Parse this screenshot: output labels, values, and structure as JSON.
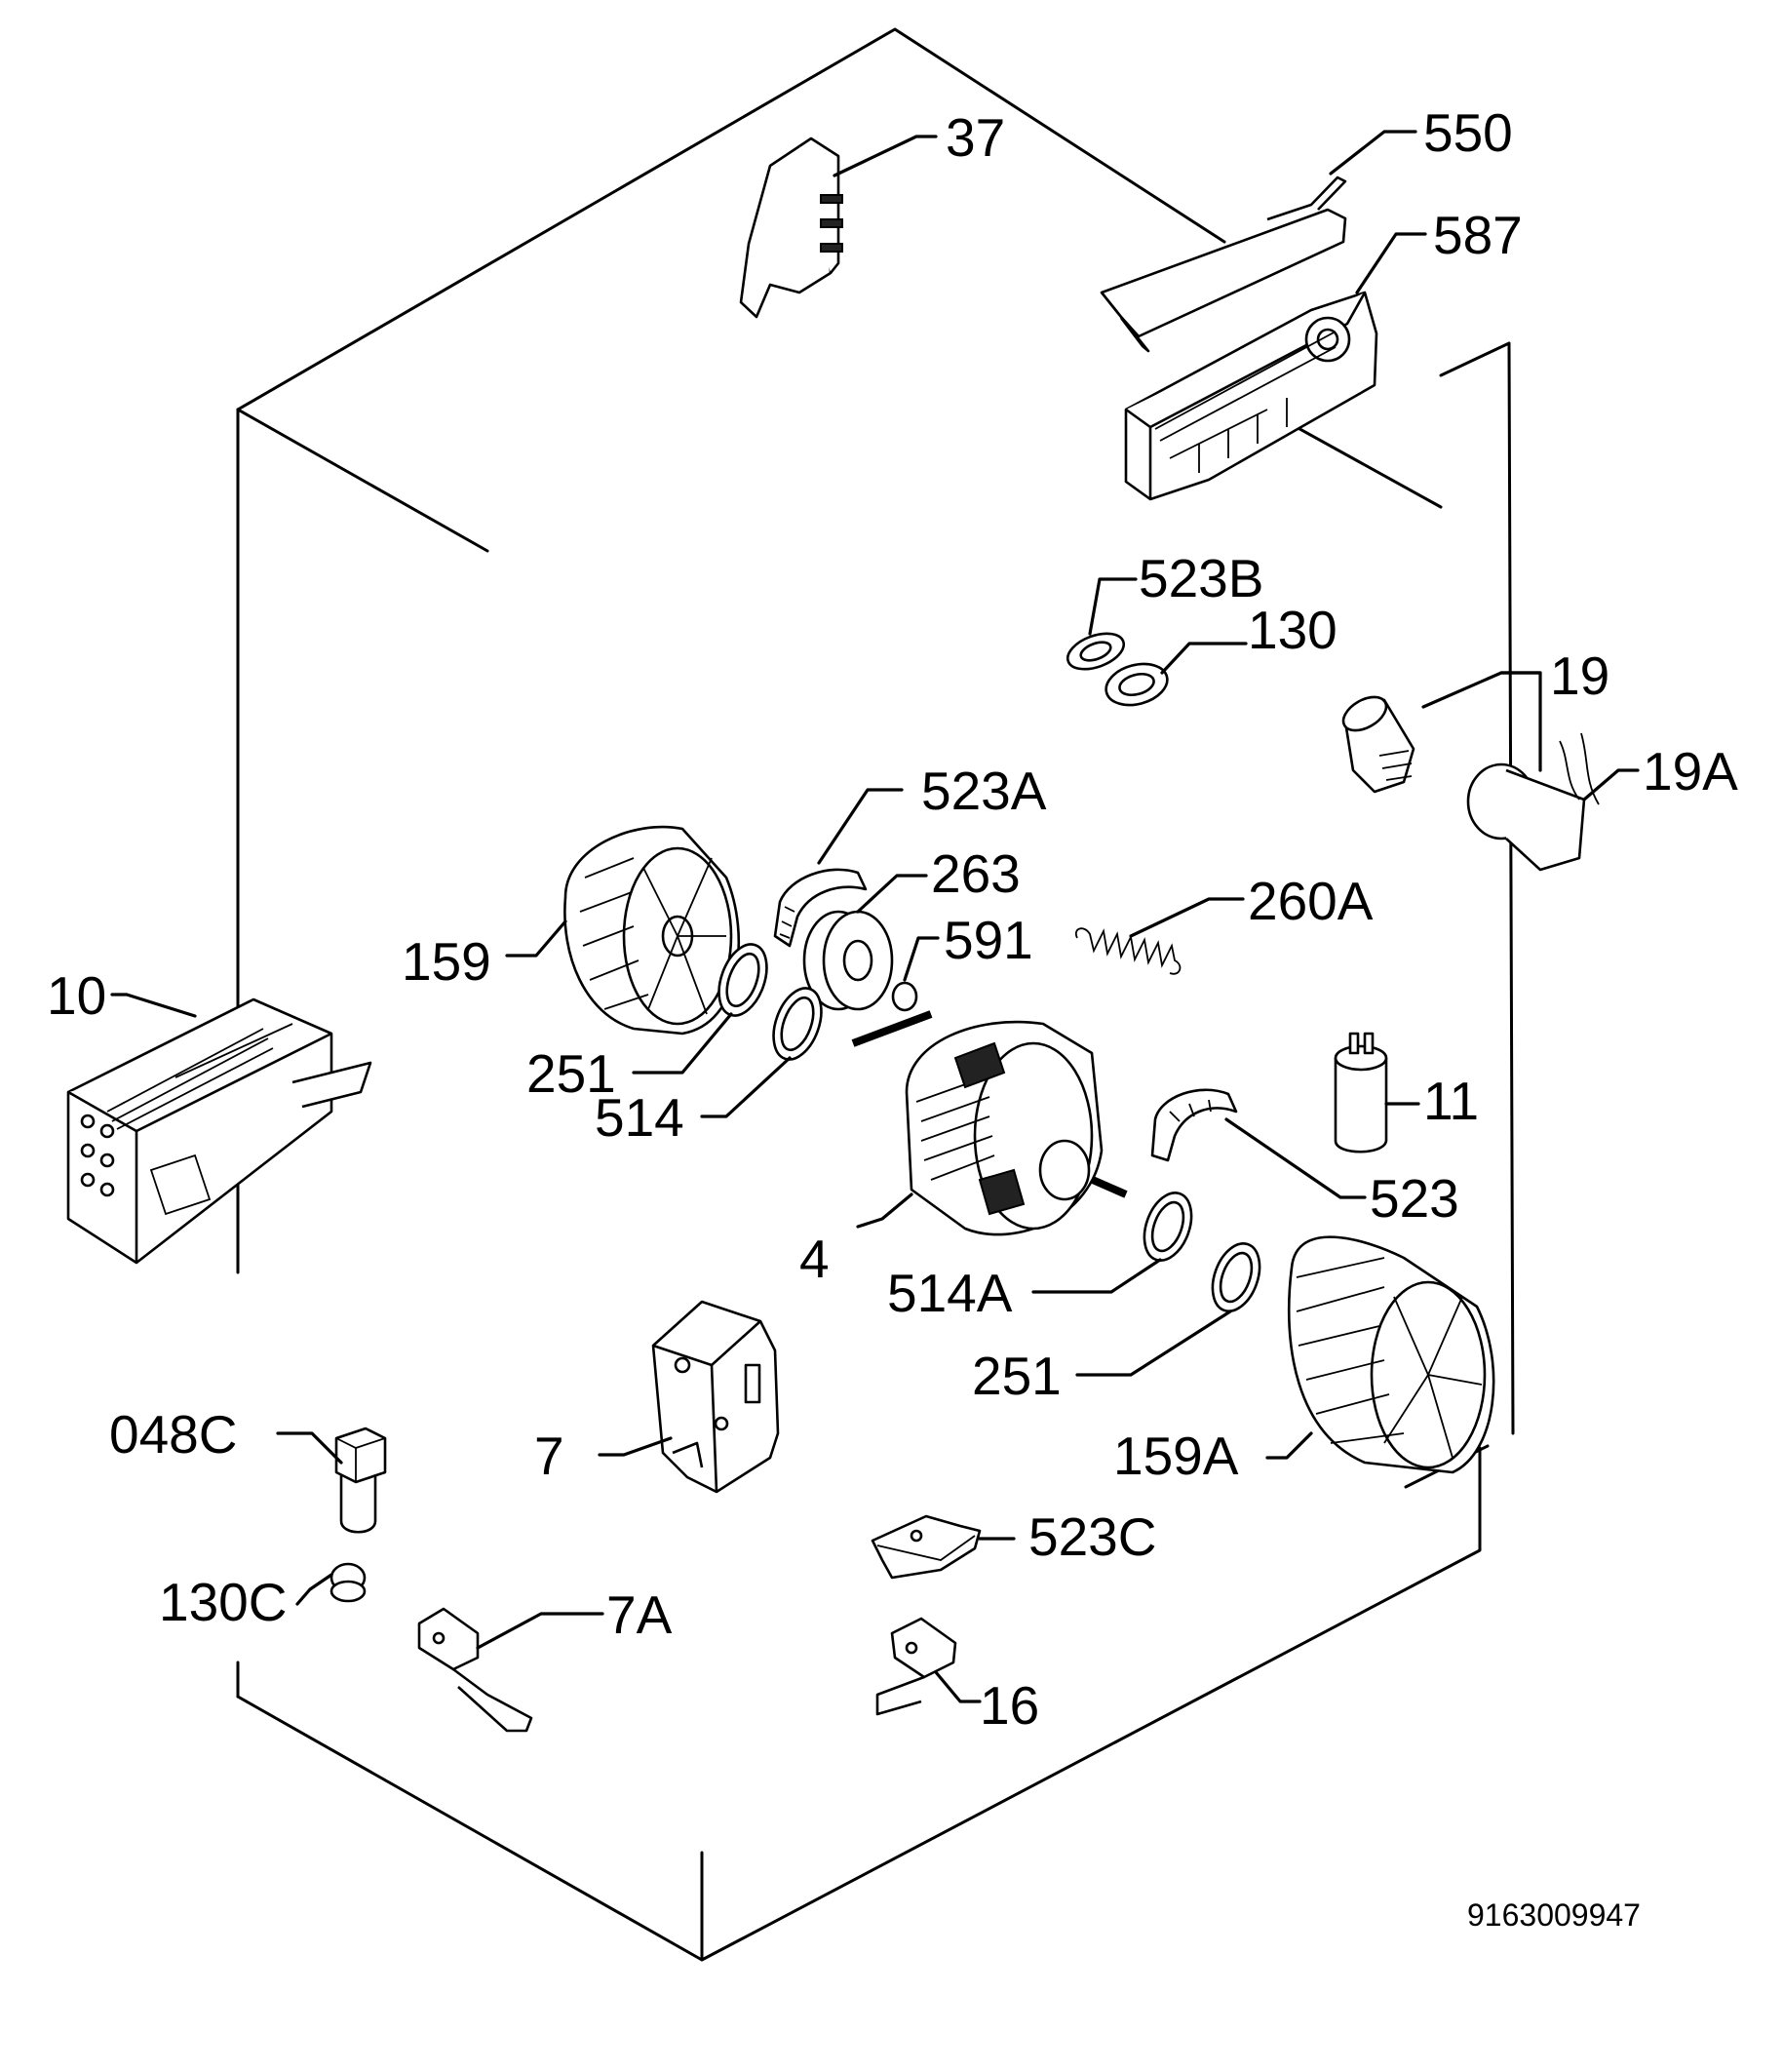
{
  "diagram": {
    "drawing_number": "9163009947",
    "labels": [
      {
        "id": "37",
        "text": "37"
      },
      {
        "id": "550",
        "text": "550"
      },
      {
        "id": "587",
        "text": "587"
      },
      {
        "id": "523B",
        "text": "523B"
      },
      {
        "id": "130",
        "text": "130"
      },
      {
        "id": "19",
        "text": "19"
      },
      {
        "id": "19A",
        "text": "19A"
      },
      {
        "id": "523A",
        "text": "523A"
      },
      {
        "id": "263",
        "text": "263"
      },
      {
        "id": "260A",
        "text": "260A"
      },
      {
        "id": "591",
        "text": "591"
      },
      {
        "id": "159",
        "text": "159"
      },
      {
        "id": "10",
        "text": "10"
      },
      {
        "id": "251_a",
        "text": "251"
      },
      {
        "id": "514",
        "text": "514"
      },
      {
        "id": "11",
        "text": "11"
      },
      {
        "id": "523",
        "text": "523"
      },
      {
        "id": "4",
        "text": "4"
      },
      {
        "id": "514A",
        "text": "514A"
      },
      {
        "id": "251_b",
        "text": "251"
      },
      {
        "id": "159A",
        "text": "159A"
      },
      {
        "id": "048C",
        "text": "048C"
      },
      {
        "id": "7",
        "text": "7"
      },
      {
        "id": "523C",
        "text": "523C"
      },
      {
        "id": "130C",
        "text": "130C"
      },
      {
        "id": "7A",
        "text": "7A"
      },
      {
        "id": "16",
        "text": "16"
      }
    ]
  }
}
